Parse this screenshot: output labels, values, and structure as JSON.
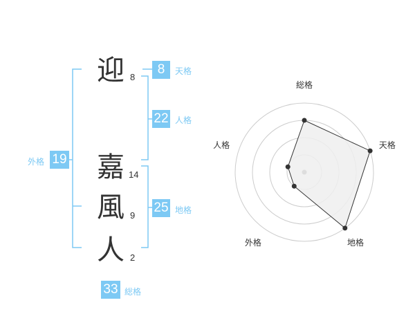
{
  "name": {
    "characters": [
      {
        "char": "迎",
        "strokes": "8"
      },
      {
        "char": "嘉",
        "strokes": "14"
      },
      {
        "char": "風",
        "strokes": "9"
      },
      {
        "char": "人",
        "strokes": "2"
      }
    ]
  },
  "fortunes": {
    "tenkaku": {
      "label": "天格",
      "value": "8"
    },
    "jinkaku": {
      "label": "人格",
      "value": "22"
    },
    "chikaku": {
      "label": "地格",
      "value": "25"
    },
    "gaikaku": {
      "label": "外格",
      "value": "19"
    },
    "soukaku": {
      "label": "総格",
      "value": "33"
    }
  },
  "radar": {
    "axes": [
      "総格",
      "天格",
      "地格",
      "外格",
      "人格"
    ],
    "levels": 4,
    "scores": [
      3,
      4,
      4,
      1,
      1
    ],
    "colors": {
      "fill": "#eeeeee",
      "line": "#333333",
      "ring": "#cccccc",
      "center": "#dddddd"
    }
  },
  "colors": {
    "accent": "#7dc9f4"
  }
}
